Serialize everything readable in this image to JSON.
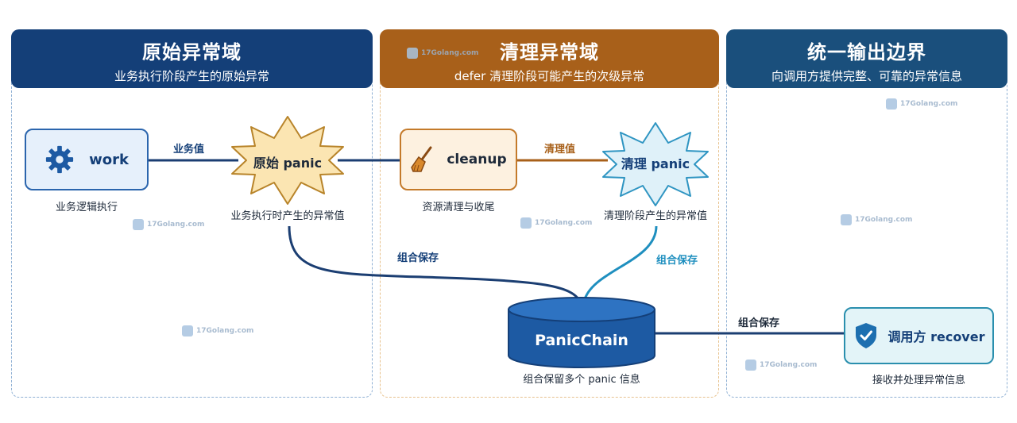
{
  "colors": {
    "blue_dark": "#143f78",
    "orange_dark": "#a8601a",
    "teal_dark": "#1a4f7c",
    "cyan_line": "#1f8fbf",
    "orange_line": "#a8601a",
    "navy_line": "#1b3e72"
  },
  "columns": [
    {
      "title": "原始异常域",
      "subtitle": "业务执行阶段产生的原始异常"
    },
    {
      "title": "清理异常域",
      "subtitle": "defer 清理阶段可能产生的次级异常"
    },
    {
      "title": "统一输出边界",
      "subtitle": "向调用方提供完整、可靠的异常信息"
    }
  ],
  "nodes": {
    "work": {
      "label": "work",
      "caption": "业务逻辑执行",
      "icon": "gear-icon"
    },
    "origin_panic": {
      "label": "原始 panic",
      "caption": "业务执行时产生的异常值"
    },
    "cleanup": {
      "label": "cleanup",
      "caption": "资源清理与收尾",
      "icon": "broom-icon"
    },
    "cleanup_panic": {
      "label": "清理 panic",
      "caption": "清理阶段产生的异常值"
    },
    "panic_chain": {
      "label": "PanicChain",
      "caption": "组合保留多个 panic 信息"
    },
    "recover": {
      "label": "调用方 recover",
      "caption": "接收并处理异常信息",
      "icon": "shield-check-icon"
    }
  },
  "edges": {
    "business_value": "业务值",
    "cleanup_value": "清理值",
    "combine_left": "组合保存",
    "combine_right": "组合保存",
    "combine_out": "组合保存"
  },
  "watermark": "17Golang.com"
}
